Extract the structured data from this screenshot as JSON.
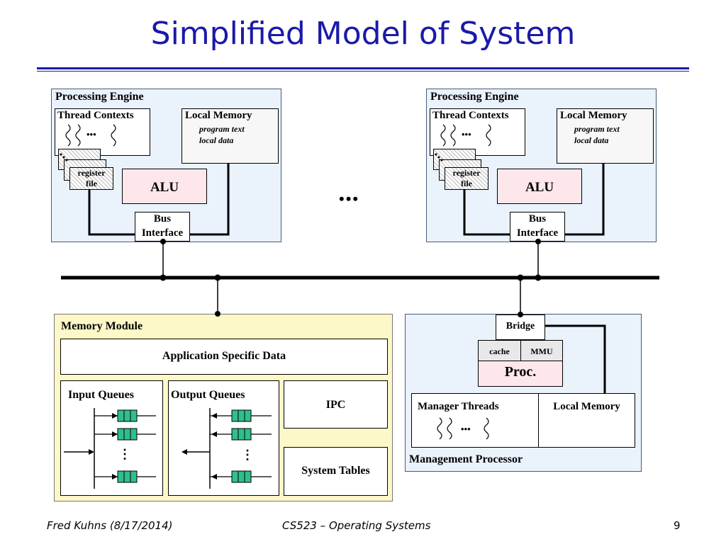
{
  "title": "Simplified Model of System",
  "ellipsis": "•••",
  "processing_engine": {
    "label": "Processing Engine",
    "thread_contexts": "Thread Contexts",
    "dots": "•••",
    "local_memory": "Local Memory",
    "program_text": "program text",
    "local_data": "local data",
    "register": "register",
    "file": "file",
    "alu": "ALU",
    "bus": "Bus",
    "interface": "Interface"
  },
  "memory_module": {
    "label": "Memory Module",
    "app_data": "Application Specific Data",
    "input_queues": "Input Queues",
    "output_queues": "Output Queues",
    "ipc": "IPC",
    "system_tables": "System Tables",
    "vdots": "⋮"
  },
  "management_processor": {
    "label": "Management Processor",
    "bridge": "Bridge",
    "cache": "cache",
    "mmu": "MMU",
    "proc": "Proc.",
    "manager_threads": "Manager Threads",
    "dots": "•••",
    "local_memory": "Local Memory"
  },
  "footer": {
    "author": "Fred Kuhns (8/17/2014)",
    "course": "CS523 – Operating Systems",
    "page": "9"
  },
  "colors": {
    "title": "#1a1aa8",
    "pe_fill": "#eaf2fb",
    "alu_fill": "#fde7ea",
    "memory_fill": "#fcf8c8",
    "queue_fill": "#2fbf8a"
  }
}
